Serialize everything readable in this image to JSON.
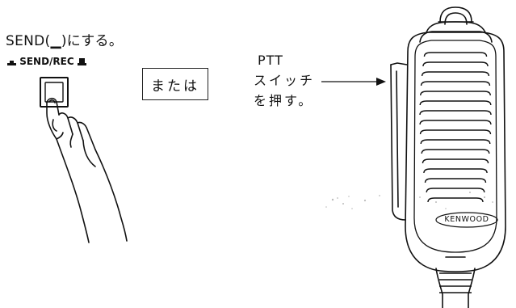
{
  "send_instruction": "SEND(▁)にする。",
  "switch_label": "SEND/REC",
  "or_label": "または",
  "ptt": {
    "label": "PTT",
    "desc_line1": "スイッチ",
    "desc_line2": "を押す。"
  },
  "microphone": {
    "brand": "KENWOOD"
  },
  "colors": {
    "ink": "#111111",
    "background": "#ffffff"
  }
}
